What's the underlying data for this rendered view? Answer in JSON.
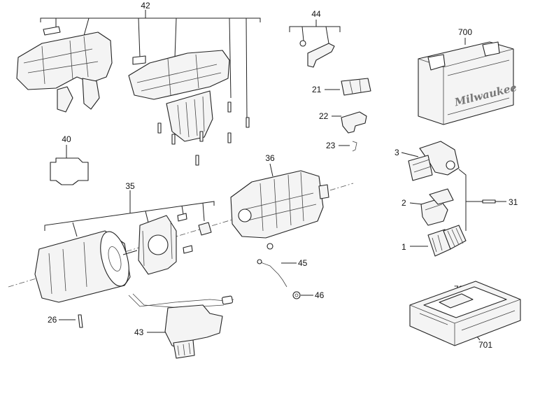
{
  "labels": {
    "l42": "42",
    "l44": "44",
    "l700": "700",
    "l21": "21",
    "l22": "22",
    "l23": "23",
    "l40": "40",
    "l3": "3",
    "l36": "36",
    "l35": "35",
    "l2": "2",
    "l31": "31",
    "l1": "1",
    "l45": "45",
    "l46": "46",
    "l26": "26",
    "l43": "43",
    "l702": "702",
    "l701": "701"
  },
  "case_brand": "Milwaukee"
}
